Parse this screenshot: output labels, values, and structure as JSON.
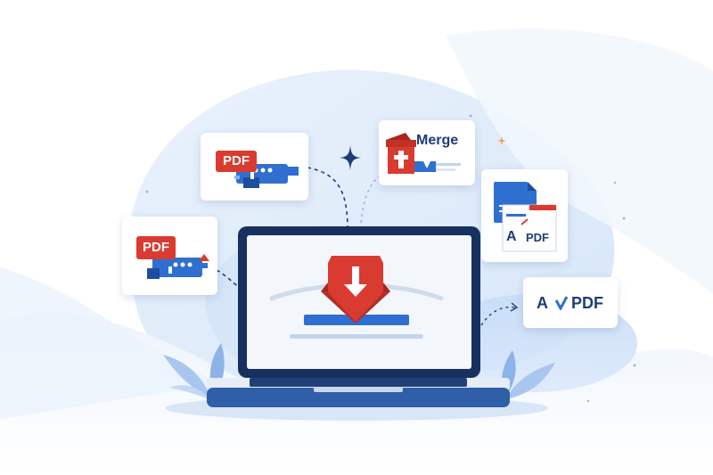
{
  "illustration": {
    "cards": {
      "pdf_card_top": {
        "badge": "PDF"
      },
      "pdf_card_left": {
        "badge": "PDF"
      },
      "merge_card": {
        "label": "Merge"
      },
      "doc_convert_card": {
        "from": "A",
        "to": "PDF"
      },
      "text_convert_card": {
        "from": "A",
        "to": "PDF"
      }
    },
    "icons": {
      "download": "download-arrow-icon",
      "sparkle": "sparkle-icon",
      "leaf": "leaf-icon"
    },
    "colors": {
      "brand_red": "#d93b30",
      "brand_blue": "#2f6fd0",
      "navy": "#1d3c78",
      "laptop_frame": "#17305f",
      "background_blue": "#dce9f8"
    }
  }
}
